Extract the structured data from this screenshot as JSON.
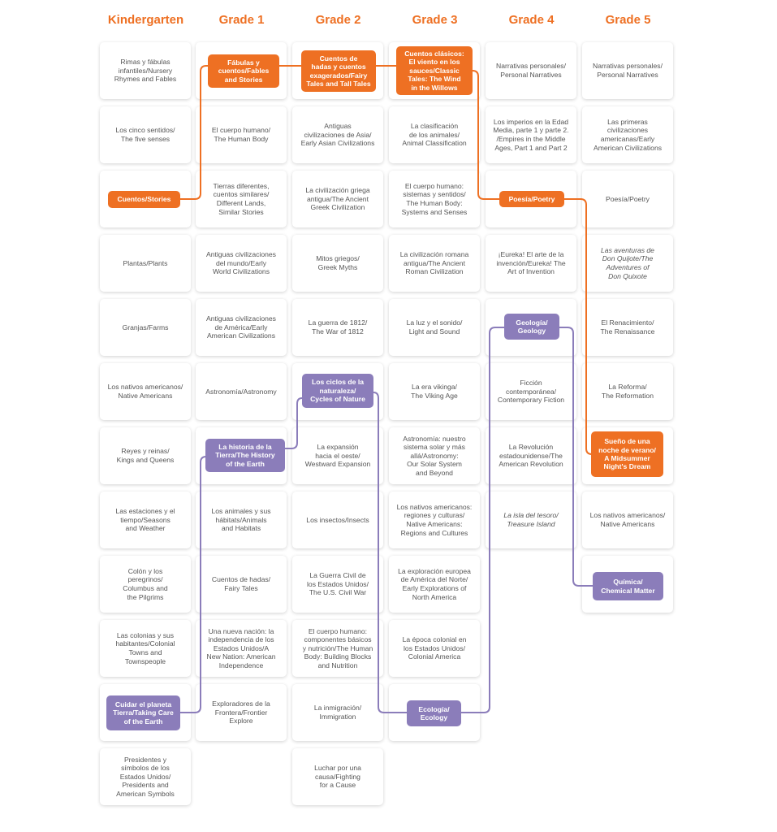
{
  "colors": {
    "header": "#EE7023",
    "orange": "#EE7023",
    "purple": "#8B7DBA"
  },
  "columns": [
    {
      "title": "Kindergarten",
      "items": [
        {
          "text": "Rimas y fábulas\ninfantiles/Nursery\nRhymes and Fables"
        },
        {
          "text": "Los cinco sentidos/\nThe five senses"
        },
        {
          "text": "Cuentos/Stories",
          "highlight": "orange"
        },
        {
          "text": "Plantas/Plants"
        },
        {
          "text": "Granjas/Farms"
        },
        {
          "text": "Los nativos americanos/\nNative Americans"
        },
        {
          "text": "Reyes y reinas/\nKings and Queens"
        },
        {
          "text": "Las estaciones y el\ntiempo/Seasons\nand Weather"
        },
        {
          "text": "Colón y los\nperegrinos/\nColumbus and\nthe Pilgrims"
        },
        {
          "text": "Las colonias y sus\nhabitantes/Colonial\nTowns and\nTownspeople"
        },
        {
          "text": "Cuidar el planeta\nTierra/Taking Care\nof the Earth",
          "highlight": "purple"
        },
        {
          "text": "Presidentes y\nsímbolos de los\nEstados Unidos/\nPresidents and\nAmerican Symbols"
        }
      ]
    },
    {
      "title": "Grade 1",
      "items": [
        {
          "text": "Fábulas y\ncuentos/Fables\nand Stories",
          "highlight": "orange"
        },
        {
          "text": "El cuerpo humano/\nThe Human Body"
        },
        {
          "text": "Tierras diferentes,\ncuentos similares/\nDifferent Lands,\nSimilar Stories"
        },
        {
          "text": "Antiguas civilizaciones\ndel mundo/Early\nWorld Civilizations"
        },
        {
          "text": "Antiguas civilizaciones\nde América/Early\nAmerican Civilizations"
        },
        {
          "text": "Astronomía/Astronomy"
        },
        {
          "text": "La historia de la\nTierra/The History\nof the Earth",
          "highlight": "purple"
        },
        {
          "text": "Los animales y sus\nhábitats/Animals\nand Habitats"
        },
        {
          "text": "Cuentos de hadas/\nFairy Tales"
        },
        {
          "text": "Una nueva nación: la\nindependencia de los\nEstados Unidos/A\nNew Nation: American\nIndependence"
        },
        {
          "text": "Exploradores de la\nFrontera/Frontier\nExplore"
        }
      ]
    },
    {
      "title": "Grade 2",
      "items": [
        {
          "text": "Cuentos de\nhadas y cuentos\nexagerados/Fairy\nTales and Tall Tales",
          "highlight": "orange"
        },
        {
          "text": "Antiguas\ncivilizaciones de Asia/\nEarly Asian Civilizations"
        },
        {
          "text": "La civilización griega\nantigua/The Ancient\nGreek Civilization"
        },
        {
          "text": "Mitos griegos/\nGreek Myths"
        },
        {
          "text": "La guerra de 1812/\nThe War of 1812"
        },
        {
          "text": "Los ciclos de la\nnaturaleza/\nCycles of Nature",
          "highlight": "purple"
        },
        {
          "text": "La expansión\nhacia el oeste/\nWestward Expansion"
        },
        {
          "text": "Los insectos/Insects"
        },
        {
          "text": "La Guerra Civil de\nlos Estados Unidos/\nThe U.S. Civil War"
        },
        {
          "text": "El cuerpo humano:\ncomponentes básicos\ny nutrición/The Human\nBody: Building Blocks\nand Nutrition"
        },
        {
          "text": "La inmigración/\nImmigration"
        },
        {
          "text": "Luchar por una\ncausa/Fighting\nfor a Cause"
        }
      ]
    },
    {
      "title": "Grade 3",
      "items": [
        {
          "text": "Cuentos clásicos:\nEl viento en los\nsauces/Classic\nTales: The Wind\nin the Willows",
          "highlight": "orange"
        },
        {
          "text": "La clasificación\nde los animales/\nAnimal Classification"
        },
        {
          "text": "El cuerpo humano:\nsistemas y sentidos/\nThe Human Body:\nSystems and Senses"
        },
        {
          "text": "La civilización romana\nantigua/The Ancient\nRoman Civilization"
        },
        {
          "text": "La luz y el sonido/\nLight and Sound"
        },
        {
          "text": "La era vikinga/\nThe Viking Age"
        },
        {
          "text": "Astronomía: nuestro\nsistema solar y más\nallá/Astronomy:\nOur Solar System\nand Beyond"
        },
        {
          "text": "Los nativos americanos:\nregiones y culturas/\nNative Americans:\nRegions and Cultures"
        },
        {
          "text": "La exploración europea\nde América del Norte/\nEarly Explorations of\nNorth America"
        },
        {
          "text": "La época colonial en\nlos Estados Unidos/\nColonial America"
        },
        {
          "text": "Ecología/\nEcology",
          "highlight": "purple"
        }
      ]
    },
    {
      "title": "Grade 4",
      "items": [
        {
          "text": "Narrativas personales/\nPersonal Narratives"
        },
        {
          "text": "Los imperios en la Edad\nMedia, parte 1 y parte 2.\n/Empires in the Middle\nAges, Part 1 and Part 2"
        },
        {
          "text": "Poesía/Poetry",
          "highlight": "orange"
        },
        {
          "text": "¡Eureka! El arte de la\ninvención/Eureka! The\nArt of Invention"
        },
        {
          "text": "Geología/\nGeology",
          "highlight": "purple"
        },
        {
          "text": "Ficción\ncontemporánea/\nContemporary Fiction"
        },
        {
          "text": "La Revolución\nestadounidense/The\nAmerican Revolution"
        },
        {
          "text": "La isla del tesoro/\nTreasure Island",
          "italic": true
        }
      ]
    },
    {
      "title": "Grade 5",
      "items": [
        {
          "text": "Narrativas personales/\nPersonal Narratives"
        },
        {
          "text": "Las primeras\ncivilizaciones\namericanas/Early\nAmerican Civilizations"
        },
        {
          "text": "Poesía/Poetry"
        },
        {
          "text": "Las aventuras de\nDon Quijote/The\nAdventures of\nDon Quixote",
          "italic": true
        },
        {
          "text": "El Renacimiento/\nThe Renaissance"
        },
        {
          "text": "La Reforma/\nThe Reformation"
        },
        {
          "text": "Sueño de una\nnoche de verano/\nA Midsummer\nNight's Dream",
          "highlight": "orange"
        },
        {
          "text": "Los nativos americanos/\nNative Americans"
        },
        {
          "text": "Química/\nChemical Matter",
          "highlight": "purple"
        }
      ]
    }
  ]
}
